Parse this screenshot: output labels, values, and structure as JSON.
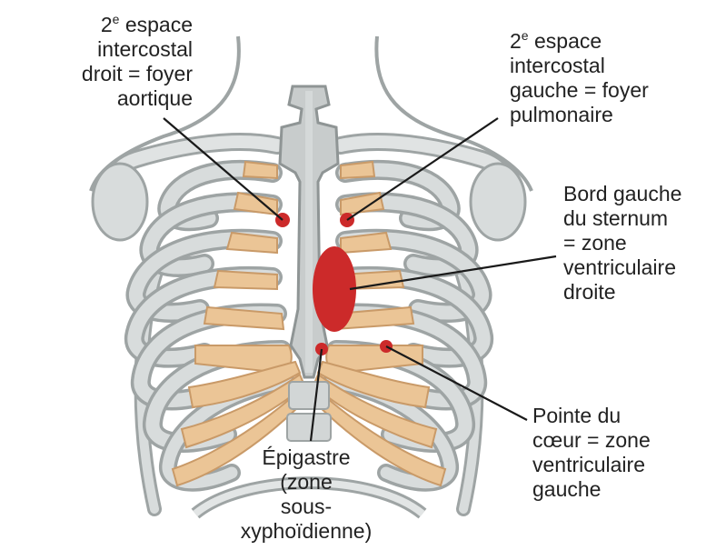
{
  "figure": {
    "colors": {
      "bone": "#d2d6d6",
      "bone_shadow": "#9ea4a4",
      "bone_light": "#e7eaea",
      "cartilage": "#ebc596",
      "cartilage_shadow": "#c99a68",
      "sternum": "#c8cccc",
      "marker": "#cc2a2a",
      "leader_line": "#1a1a1a",
      "text": "#222222"
    },
    "labels": {
      "foyer_aortique": {
        "num": "2",
        "sup": "e",
        "l1": " espace",
        "l2": "intercostal",
        "l3": "droit = foyer",
        "l4": "aortique"
      },
      "foyer_pulmonaire": {
        "num": "2",
        "sup": "e",
        "l1": " espace",
        "l2": "intercostal",
        "l3": "gauche = foyer",
        "l4": "pulmonaire"
      },
      "bord_gauche": {
        "l1": "Bord gauche",
        "l2": "du sternum",
        "l3": "= zone",
        "l4": "ventriculaire",
        "l5": "droite"
      },
      "pointe": {
        "l1": "Pointe du",
        "l2": "cœur = zone",
        "l3": "ventriculaire",
        "l4": "gauche"
      },
      "epigastre": {
        "l1": "Épigastre",
        "l2": "(zone",
        "l3": "sous-",
        "l4": "xyphoïdienne)"
      }
    }
  }
}
